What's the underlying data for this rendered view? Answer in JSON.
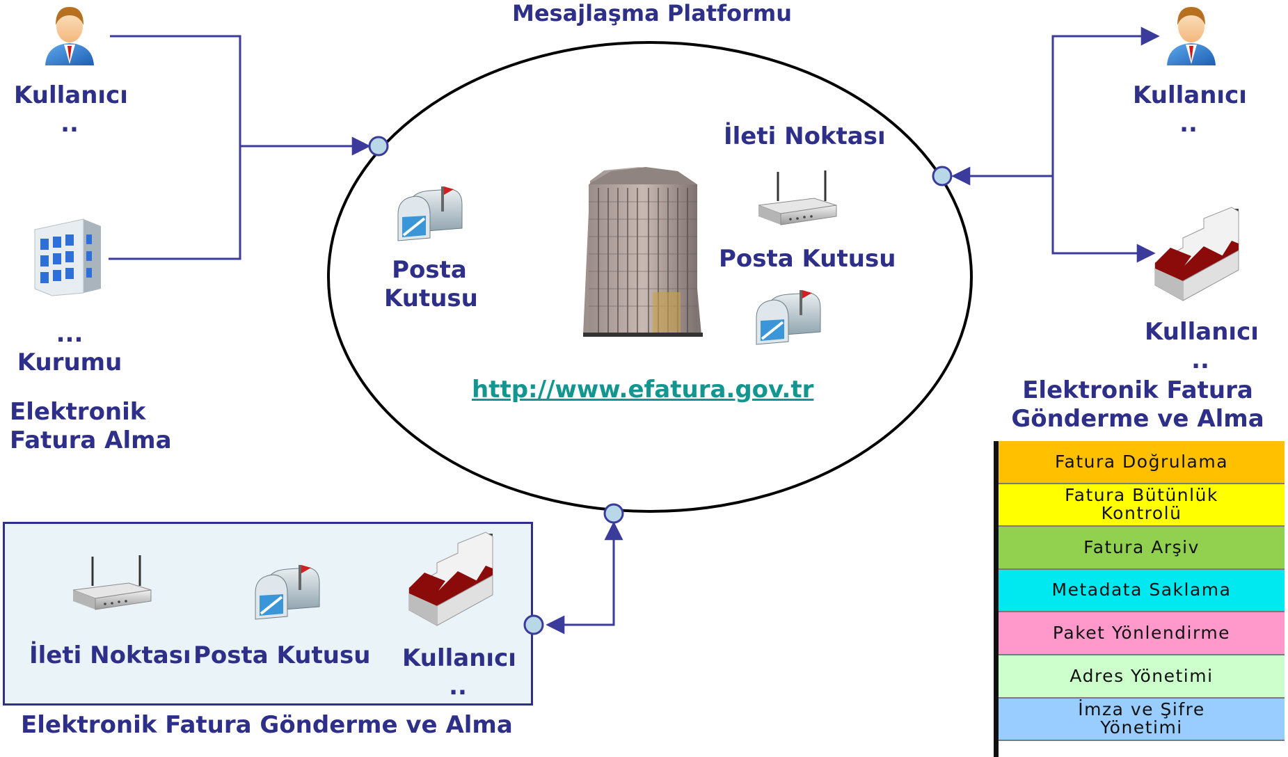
{
  "platform": {
    "title": "Mesajlaşma Platformu",
    "url": "http://www.efatura.gov.tr",
    "ileti_noktasi": "İleti Noktası",
    "posta_kutusu_left_1": "Posta",
    "posta_kutusu_left_2": "Kutusu",
    "posta_kutusu_right": "Posta Kutusu"
  },
  "left": {
    "user_label": "Kullanıcı",
    "user_dots": "..",
    "org_dots": "...",
    "org_label": "Kurumu",
    "receive_1": "Elektronik",
    "receive_2": "Fatura Alma"
  },
  "right": {
    "user_top_label": "Kullanıcı",
    "user_top_dots": "..",
    "user_factory_label": "Kullanıcı",
    "user_factory_dots": "..",
    "send_receive_1": "Elektronik Fatura",
    "send_receive_2": "Gönderme ve Alma"
  },
  "bottom": {
    "ileti_noktasi": "İleti Noktası",
    "posta_kutusu": "Posta Kutusu",
    "user_label": "Kullanıcı",
    "user_dots": "..",
    "caption": "Elektronik Fatura Gönderme ve Alma"
  },
  "layers": [
    {
      "text": "Fatura Doğrulama",
      "color": "#ffc000"
    },
    {
      "text": "Fatura Bütünlük Kontrolü",
      "color": "#ffff00"
    },
    {
      "text": "Fatura Arşiv",
      "color": "#92d050"
    },
    {
      "text": "Metadata Saklama",
      "color": "#00e8f0"
    },
    {
      "text": "Paket Yönlendirme",
      "color": "#ff99cc"
    },
    {
      "text": "Adres Yönetimi",
      "color": "#ccffcc"
    },
    {
      "text": "İmza ve Şifre Yönetimi",
      "color": "#99ccff"
    }
  ],
  "colors": {
    "line": "#3a3b9a",
    "node": "#b8d8e8",
    "link": "#12968f"
  },
  "icons": [
    "user-icon",
    "building-icon",
    "mailbox-icon",
    "router-icon",
    "tower-icon",
    "factory-icon"
  ]
}
